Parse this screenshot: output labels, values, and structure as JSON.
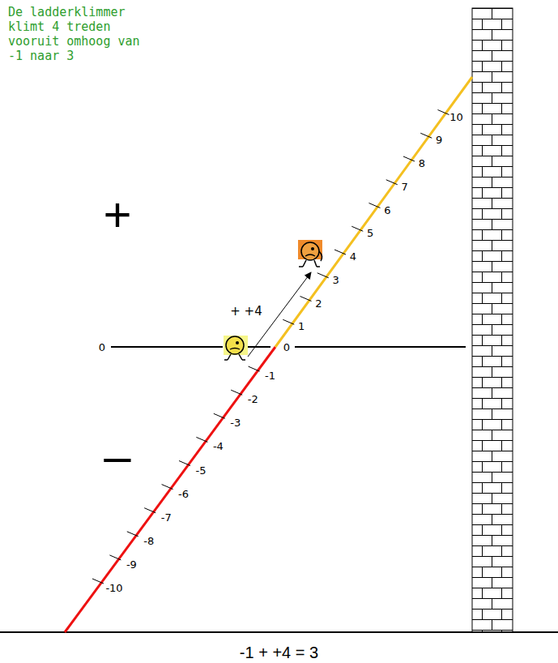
{
  "diagram": {
    "title": "De ladderklimmer klimt 4 treden vooruit omhoog van -1 naar 3",
    "caption": "-1 + +4 = 3",
    "labels": [
      "+",
      "–",
      "0",
      "0",
      "+ +4",
      "1",
      "2",
      "3",
      "4",
      "5",
      "6",
      "7",
      "8",
      "9",
      "10",
      "-1",
      "-2",
      "-3",
      "-4",
      "-5",
      "-6",
      "-7",
      "-8",
      "-9",
      "-10"
    ]
  }
}
